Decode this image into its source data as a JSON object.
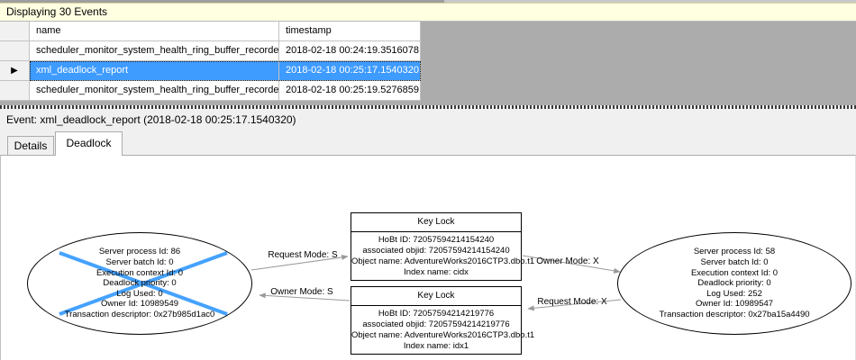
{
  "header": {
    "title": "Displaying 30 Events"
  },
  "grid": {
    "columns": [
      "name",
      "timestamp"
    ],
    "selected_row_marker": "▶",
    "rows": [
      {
        "name": "scheduler_monitor_system_health_ring_buffer_recorded",
        "timestamp": "2018-02-18 00:24:19.3516078",
        "selected": false
      },
      {
        "name": "xml_deadlock_report",
        "timestamp": "2018-02-18 00:25:17.1540320",
        "selected": true
      },
      {
        "name": "scheduler_monitor_system_health_ring_buffer_recorded",
        "timestamp": "2018-02-18 00:25:19.5276859",
        "selected": false
      }
    ]
  },
  "event_label": "Event: xml_deadlock_report (2018-02-18 00:25:17.1540320)",
  "tabs": [
    {
      "label": "Details",
      "active": false
    },
    {
      "label": "Deadlock",
      "active": true
    }
  ],
  "deadlock_graph": {
    "process_left": {
      "victim": true,
      "lines": [
        "Server process Id: 86",
        "Server batch Id: 0",
        "Execution context Id: 0",
        "Deadlock priority: 0",
        "Log Used: 0",
        "Owner Id: 10989549",
        "Transaction descriptor: 0x27b985d1ac0"
      ]
    },
    "process_right": {
      "victim": false,
      "lines": [
        "Server process Id: 58",
        "Server batch Id: 0",
        "Execution context Id: 0",
        "Deadlock priority: 0",
        "Log Used: 252",
        "Owner Id: 10989547",
        "Transaction descriptor: 0x27ba15a4490"
      ]
    },
    "resource_top": {
      "title": "Key Lock",
      "lines": [
        "HoBt ID: 72057594214154240",
        "associated objid: 72057594214154240",
        "Object name: AdventureWorks2016CTP3.dbo.t1",
        "Index name: cidx"
      ]
    },
    "resource_bottom": {
      "title": "Key Lock",
      "lines": [
        "HoBt ID: 72057594214219776",
        "associated objid: 72057594214219776",
        "Object name: AdventureWorks2016CTP3.dbo.t1",
        "Index name: idx1"
      ]
    },
    "edges": {
      "left_top": "Request Mode: S",
      "left_bottom": "Owner Mode: S",
      "right_top": "Owner Mode: X",
      "right_bottom": "Request Mode: X"
    },
    "colors": {
      "selection_blue": "#3E9BFF",
      "victim_cross_blue": "#45A2FF",
      "events_header_bg": "#FFFFE1",
      "grid_area_bg": "#ACACAC",
      "arrow_gray": "#999999"
    }
  }
}
